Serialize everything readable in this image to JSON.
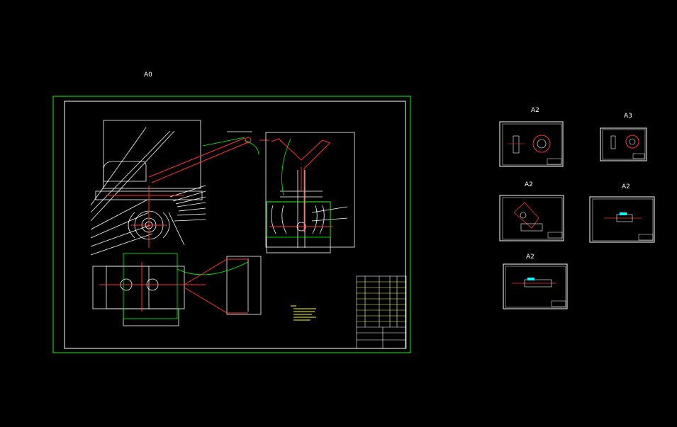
{
  "sheets": [
    {
      "id": "main",
      "label": "A0"
    },
    {
      "id": "thumb1",
      "label": "A2"
    },
    {
      "id": "thumb2",
      "label": "A3"
    },
    {
      "id": "thumb3",
      "label": "A2"
    },
    {
      "id": "thumb4",
      "label": "A2"
    },
    {
      "id": "thumb5",
      "label": "A2"
    }
  ],
  "colors": {
    "background": "#000000",
    "sheet_border": "#00ff00",
    "frame": "#ffffff",
    "part_line": "#ff3030",
    "hatch": "#00ff00",
    "cyan": "#00ffff",
    "title_block": "#ffff00"
  }
}
